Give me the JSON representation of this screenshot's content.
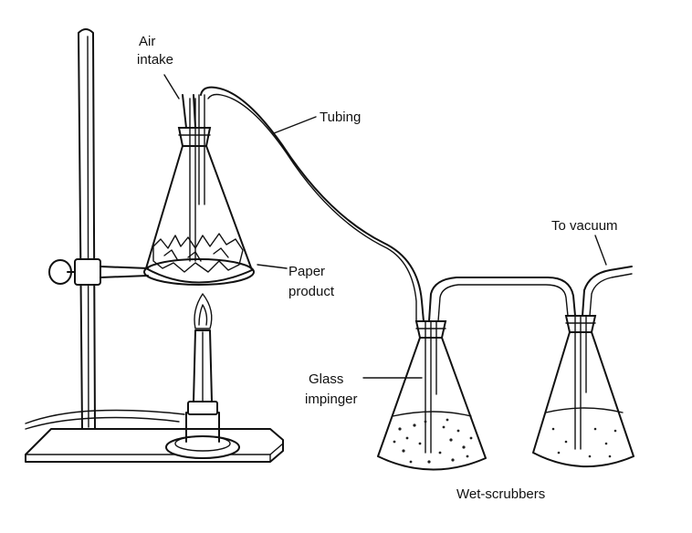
{
  "labels": {
    "air_intake_line1": "Air",
    "air_intake_line2": "intake",
    "tubing": "Tubing",
    "to_vacuum": "To vacuum",
    "paper_line1": "Paper",
    "paper_line2": "product",
    "glass_line1": "Glass",
    "glass_line2": "impinger",
    "wet_scrubbers": "Wet-scrubbers"
  },
  "colors": {
    "ink": "#111111",
    "background": "#ffffff"
  }
}
